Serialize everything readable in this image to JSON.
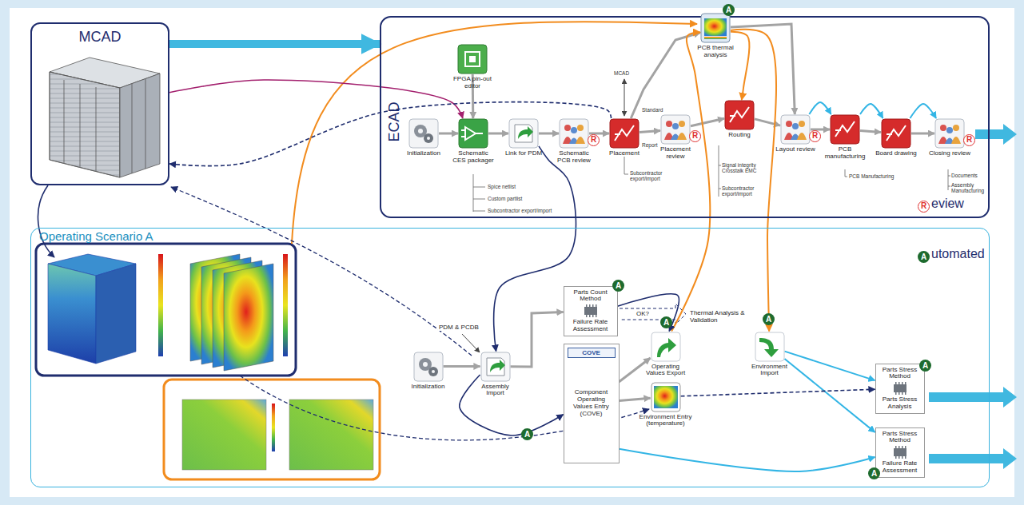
{
  "diagram": {
    "nodes": [
      {
        "text": [
          "MCAD"
        ]
      },
      {
        "text": [
          "ECAD"
        ]
      },
      {
        "text": [
          "Operating Scenario A"
        ]
      },
      {
        "text": [
          "Initialization"
        ],
        "in": 1
      },
      {
        "text": [
          "FPGA pin-out editor"
        ],
        "in": 1
      },
      {
        "text": [
          "Schematic CES packager"
        ],
        "in": 1
      },
      {
        "text": [
          "Link for PDM"
        ],
        "in": 1
      },
      {
        "text": [
          "Schematic PCB review"
        ],
        "in": 1
      },
      {
        "text": [
          "Placement"
        ],
        "in": 1
      },
      {
        "text": [
          "Placement review"
        ],
        "in": 1
      },
      {
        "text": [
          "PCB thermal analysis"
        ],
        "in": 1
      },
      {
        "text": [
          "Routing"
        ],
        "in": 1
      },
      {
        "text": [
          "Layout review"
        ],
        "in": 1
      },
      {
        "text": [
          "PCB manufacturing"
        ],
        "in": 1
      },
      {
        "text": [
          "Board drawing"
        ],
        "in": 1
      },
      {
        "text": [
          "Closing review"
        ],
        "in": 1
      },
      {
        "text": [
          "Initialization"
        ],
        "in": 2
      },
      {
        "text": [
          "Assembly Import"
        ],
        "in": 2
      },
      {
        "text": [
          "Parts Count Method",
          "Failure Rate Assessment"
        ],
        "in": 2
      },
      {
        "text": [
          "COVE",
          "Component Operating Values Entry (COVE)"
        ],
        "in": 2
      },
      {
        "text": [
          "Operating Values Export"
        ],
        "in": 2
      },
      {
        "text": [
          "Environment Entry (temperature)"
        ],
        "in": 2
      },
      {
        "text": [
          "Environment Import"
        ],
        "in": 2
      },
      {
        "text": [
          "Parts Stress Method",
          "Parts Stress Analysis"
        ],
        "in": 2
      },
      {
        "text": [
          "Parts Stress Method",
          "Failure Rate Assessment"
        ],
        "in": 2
      }
    ],
    "edges": [
      {
        "from": 0,
        "to": 1,
        "arrow": "to"
      },
      {
        "from": 0,
        "to": 5,
        "arrow": "to"
      },
      {
        "from": 8,
        "to": 0,
        "arrow": "to"
      },
      {
        "from": 3,
        "to": 5,
        "arrow": "to"
      },
      {
        "from": 4,
        "to": 5,
        "arrow": "to"
      },
      {
        "from": 5,
        "to": 6,
        "arrow": "to"
      },
      {
        "from": 6,
        "to": 7,
        "arrow": "to"
      },
      {
        "from": 7,
        "to": 8,
        "arrow": "to"
      },
      {
        "from": 8,
        "to": 9,
        "arrow": "to"
      },
      {
        "from": 9,
        "to": 11,
        "arrow": "to"
      },
      {
        "from": 11,
        "to": 12,
        "arrow": "to"
      },
      {
        "from": 12,
        "to": 13,
        "arrow": "to"
      },
      {
        "from": 13,
        "to": 14,
        "arrow": "to"
      },
      {
        "from": 14,
        "to": 15,
        "arrow": "to"
      },
      {
        "from": 8,
        "to": 10,
        "arrow": "to"
      },
      {
        "from": 10,
        "to": 12,
        "arrow": "to"
      },
      {
        "from": 20,
        "to": 10,
        "arrow": "to"
      },
      {
        "from": 10,
        "to": 22,
        "arrow": "to"
      },
      {
        "from": 10,
        "to": 11,
        "arrow": "to"
      },
      {
        "from": 6,
        "to": 17,
        "arrow": "to"
      },
      {
        "from": 17,
        "to": 19,
        "arrow": "to"
      },
      {
        "from": 17,
        "to": 18,
        "arrow": "to"
      },
      {
        "from": 19,
        "to": 20,
        "arrow": "to"
      },
      {
        "from": 19,
        "to": 21,
        "arrow": "to"
      },
      {
        "from": 22,
        "to": 23,
        "arrow": "to"
      },
      {
        "from": 22,
        "to": 24,
        "arrow": "to"
      },
      {
        "from": 21,
        "to": 23,
        "arrow": "to"
      },
      {
        "from": 19,
        "to": 24,
        "arrow": "to"
      },
      {
        "from": 18,
        "to": 20,
        "arrow": "to"
      },
      {
        "from": 12,
        "to": 13,
        "arrow": "to"
      },
      {
        "from": 13,
        "to": 14,
        "arrow": "to"
      },
      {
        "from": 14,
        "to": 15,
        "arrow": "to"
      },
      {
        "from": 16,
        "to": 17,
        "arrow": "to"
      }
    ],
    "labels": [
      "R",
      "R",
      "R",
      "R",
      "R",
      "eview",
      "A",
      "A",
      "A",
      "A",
      "A",
      "A",
      "A",
      "A",
      "utomated",
      "Spice netlist",
      "Custom partlist",
      "Subcontractor export/import",
      "MCAD",
      "Standard",
      "Report",
      "Subcontractor export/import",
      "Signal integrity Crosstalk EMC",
      "Subcontractor export/import",
      "PCB Manufacturing",
      "Documents",
      "Assembly Manufacturing",
      "PDM & PCDB",
      "OK?",
      "Thermal Analysis & Validation"
    ]
  }
}
